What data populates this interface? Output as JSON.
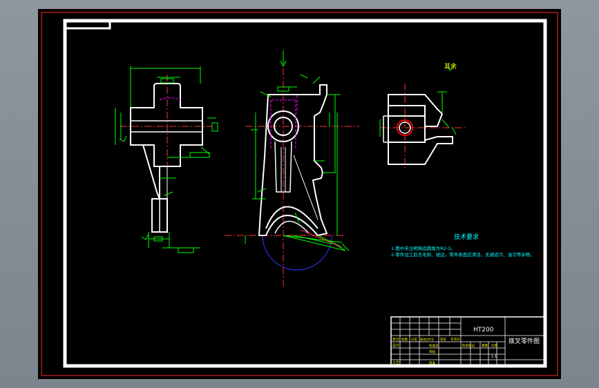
{
  "colors": {
    "background": "#000000",
    "frame": "#ffffff",
    "outer_border": "#ff2a2a",
    "dimension": "#00ff00",
    "centerline": "#ff3333",
    "hidden": "#ff00ff",
    "outline": "#ffffff",
    "arc_blue": "#3333ff",
    "note_text": "#00ffff",
    "titleblock_text": "#ffff00"
  },
  "drawing": {
    "views": [
      "side-view",
      "front-view",
      "top-view"
    ],
    "roughness_note": "其余",
    "tech_title": "技术要求",
    "tech_notes": [
      "1.图中未注明铸造圆角为R2-3。",
      "2.零件加工后去毛刺、锐边，零件表面应清洁，无锈迹污、油污等杂物。"
    ]
  },
  "title_block": {
    "material": "HT200",
    "part_name": "拨叉零件图",
    "scale": "1:1",
    "row_labels": [
      "标记",
      "设计",
      "工艺"
    ],
    "header_labels": [
      "处数",
      "分区",
      "更改文件号",
      "签名",
      "年月日"
    ],
    "mid_labels": [
      "标准化",
      "审核",
      "批准"
    ],
    "stage_labels": [
      "阶段标记",
      "重量",
      "比例"
    ]
  }
}
